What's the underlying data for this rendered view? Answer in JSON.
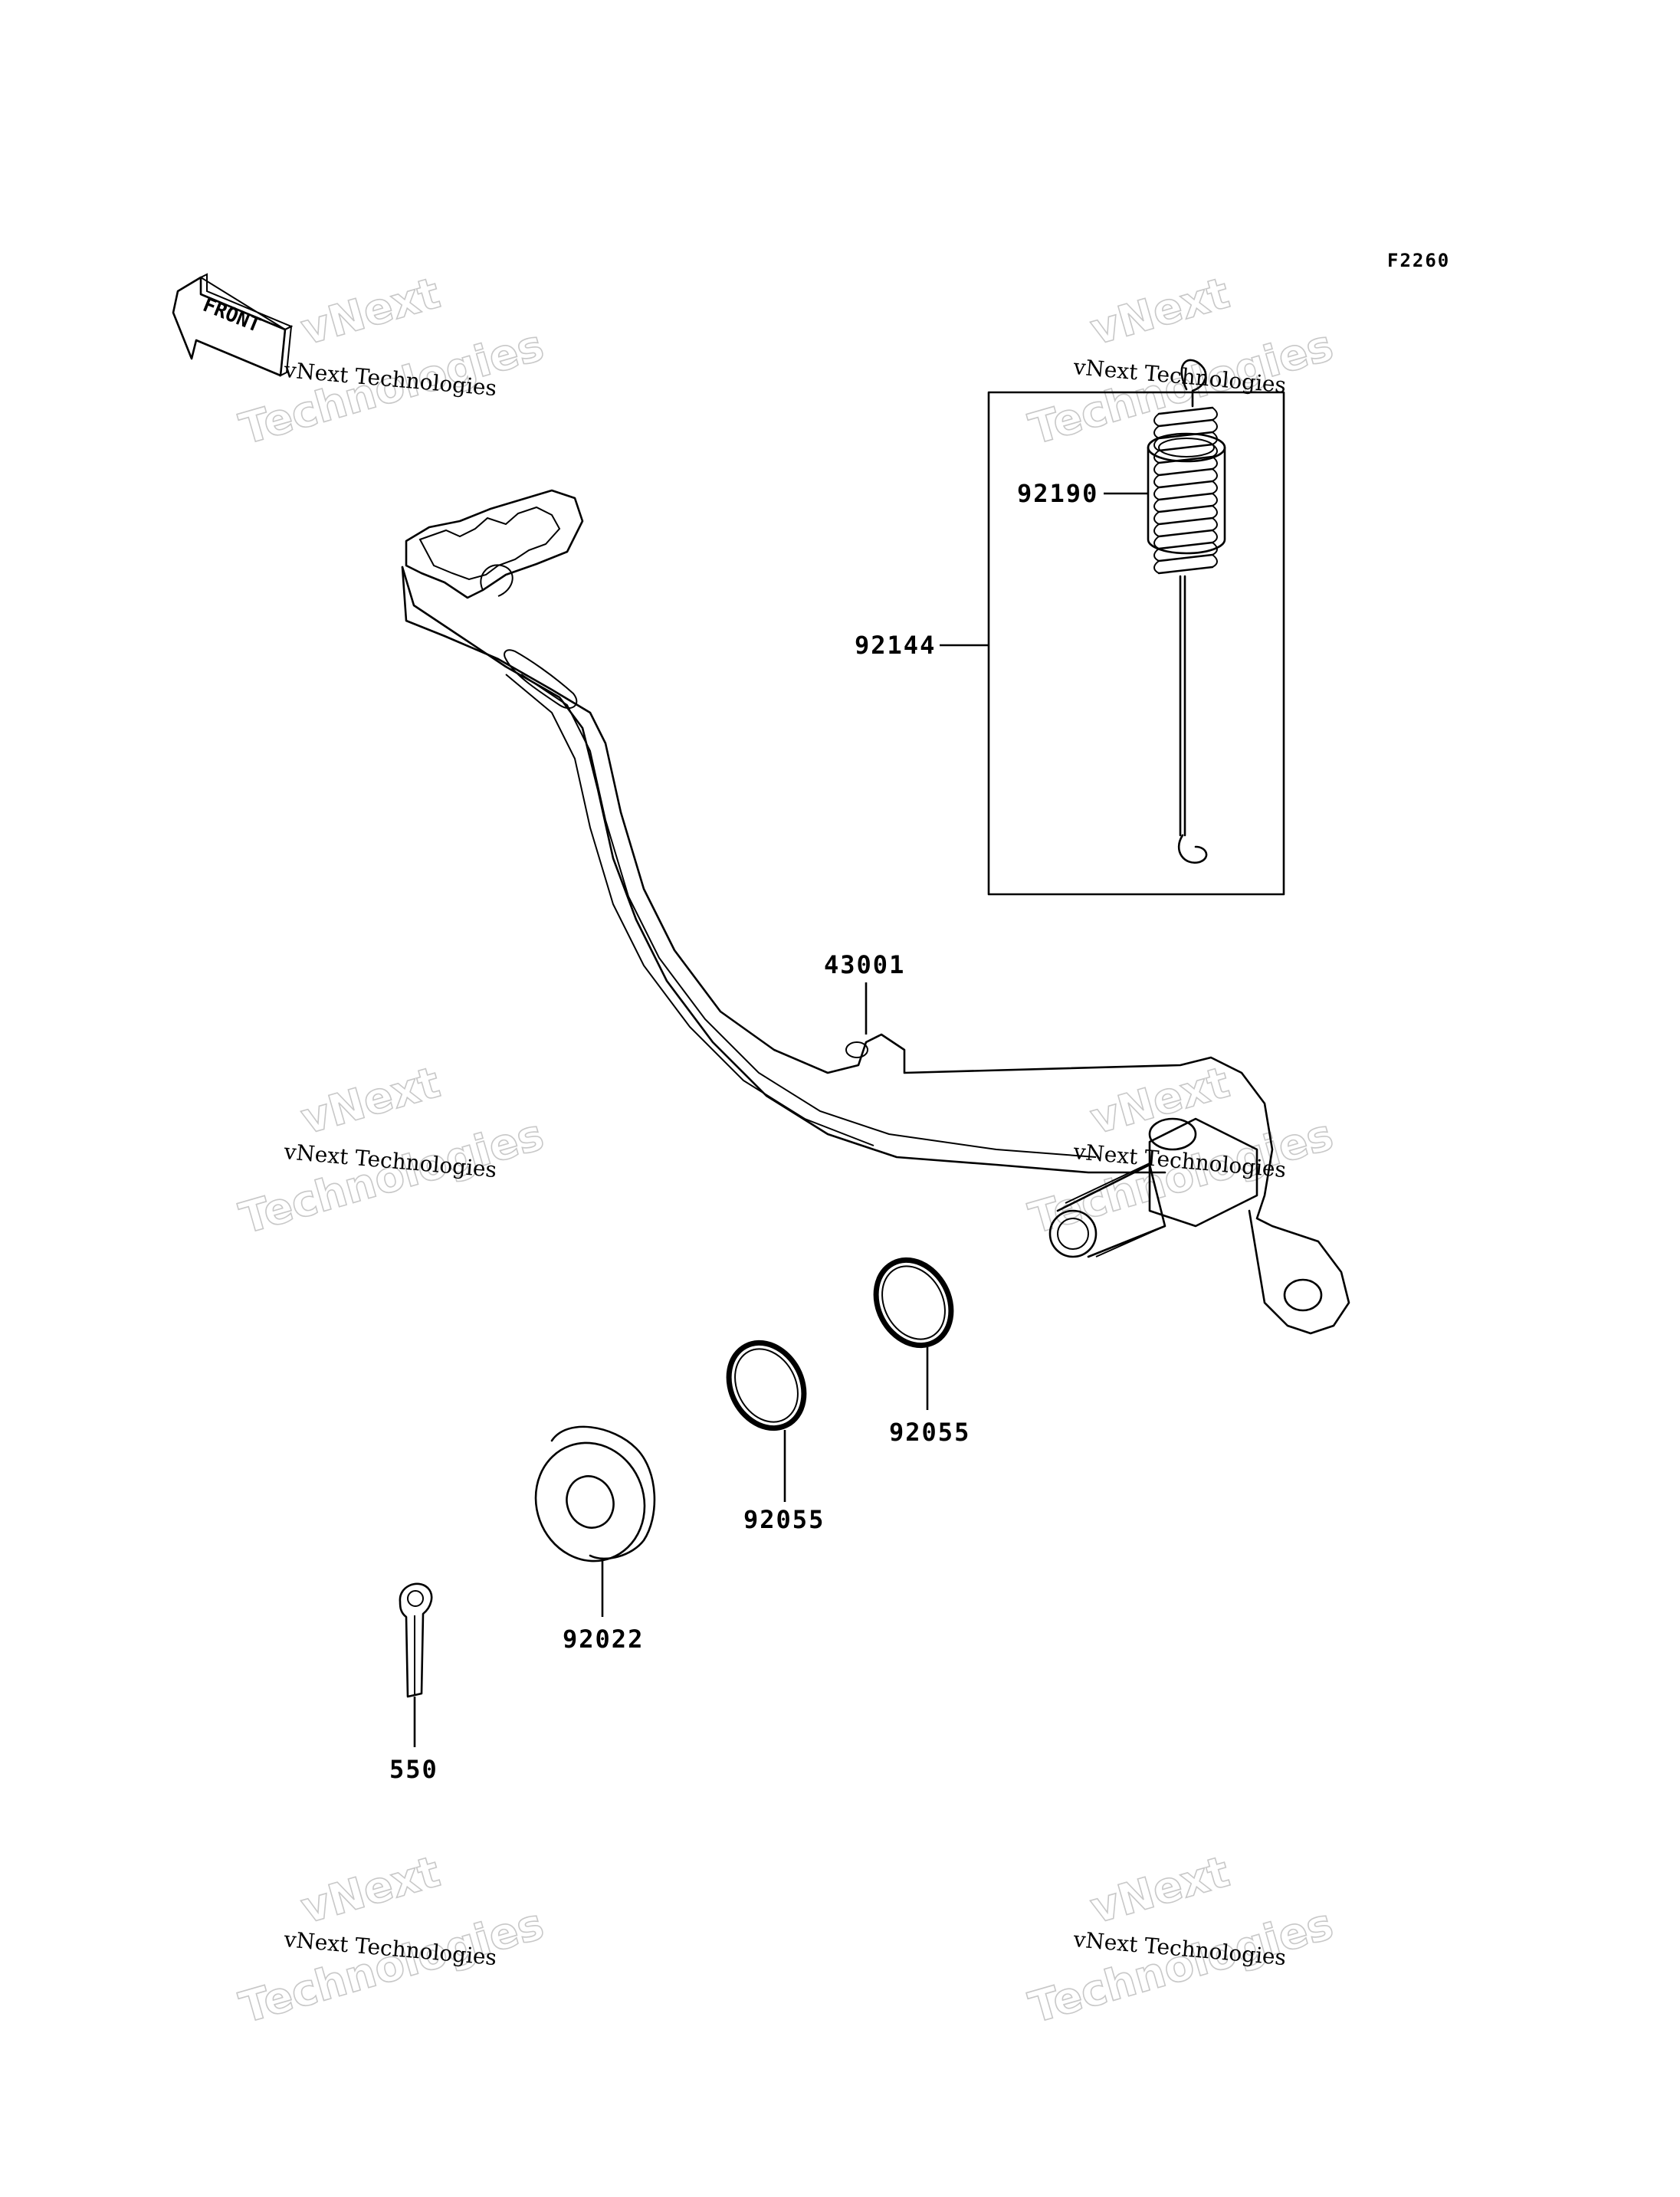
{
  "figure_code": "F2260",
  "front_indicator": {
    "label": "FRONT",
    "icon": "front-arrow-icon"
  },
  "watermark": {
    "line1": "vNext Technologies",
    "line2_top": "vNext",
    "line2_bottom": "Technologies"
  },
  "parts": {
    "brake_pedal": "43001",
    "collar": "92190",
    "spring_set": "92144",
    "o_ring_1": "92055",
    "o_ring_2": "92055",
    "washer": "92022",
    "cotter_pin": "550"
  }
}
